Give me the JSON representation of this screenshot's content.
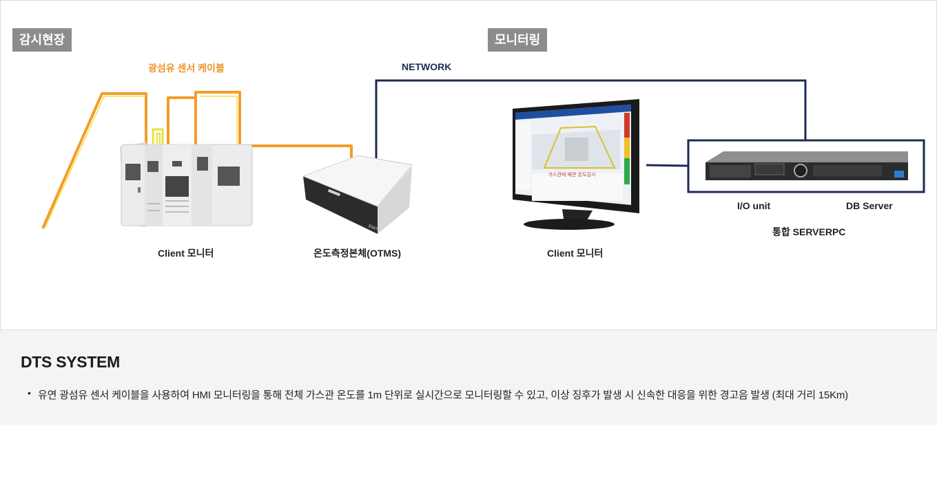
{
  "tags": {
    "site": "감시현장",
    "monitoring": "모니터링"
  },
  "labels": {
    "fiber_cable": "광섬유 센서 케이블",
    "network": "NETWORK",
    "client_monitor_left": "Client 모니터",
    "otms": "온도측정본체(OTMS)",
    "client_monitor_right": "Client 모니터",
    "io_unit": "I/O unit",
    "db_server": "DB Server",
    "server_pc": "통합 SERVERPC",
    "monitor_caption": "가스관에 배관 온도감시",
    "device_brand": "EMITO"
  },
  "info": {
    "title": "DTS SYSTEM",
    "bullet": "•",
    "description": "유연 광섬유 센서 케이블을 사용하여 HMI 모니터링을 통해 전체 가스관 온도를 1m 단위로 실시간으로 모니터링할 수 있고, 이상 징후가 발생 시 신속한 대응을 위한 경고음 발생 (최대 거리 15Km)"
  },
  "colors": {
    "tag_bg": "#8c8c8c",
    "cable": "#f0932b",
    "network": "#1c2a55",
    "info_bg": "#f4f4f4"
  }
}
